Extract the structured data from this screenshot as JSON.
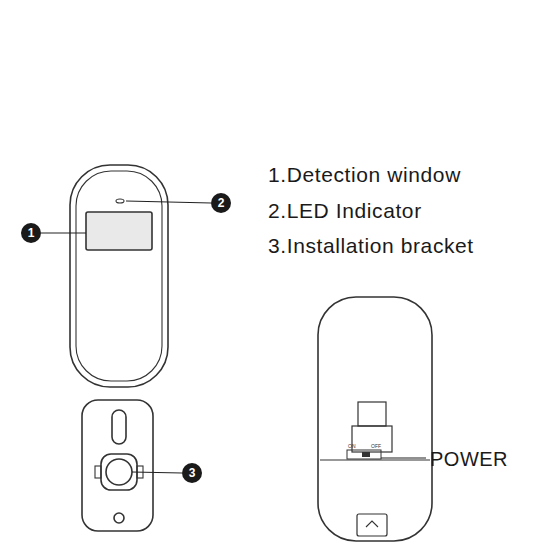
{
  "diagram": {
    "labels": [
      "1",
      "2",
      "3",
      "1.Detection window",
      "2.LED Indicator",
      "3.Installation bracket",
      "POWER",
      "ON",
      "OFF"
    ]
  }
}
